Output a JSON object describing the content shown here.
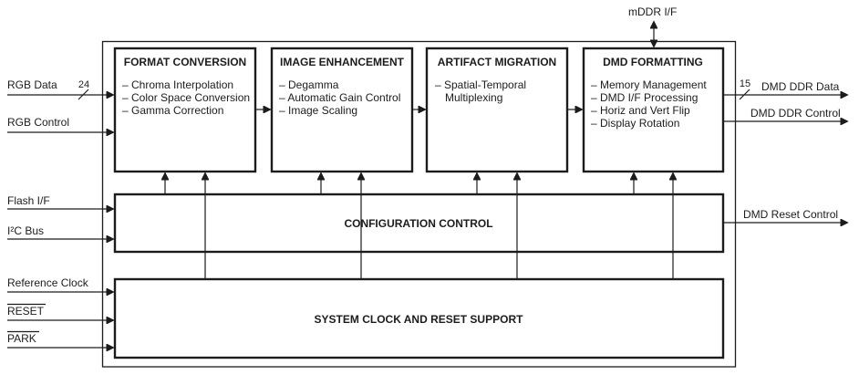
{
  "diagram": {
    "top_signal": {
      "label": "mDDR I/F"
    },
    "inputs": [
      {
        "label": "RGB Data",
        "bus_width": "24"
      },
      {
        "label": "RGB Control"
      },
      {
        "label": "Flash I/F"
      },
      {
        "label": "I²C Bus"
      },
      {
        "label": "Reference Clock"
      },
      {
        "label": "RESET",
        "active_low": true
      },
      {
        "label": "PARK",
        "active_low": true
      }
    ],
    "outputs": [
      {
        "label": "DMD DDR Data",
        "bus_width": "15"
      },
      {
        "label": "DMD DDR Control"
      },
      {
        "label": "DMD Reset Control"
      }
    ],
    "blocks": [
      {
        "title": "FORMAT CONVERSION",
        "items": [
          "– Chroma Interpolation",
          "– Color Space Conversion",
          "– Gamma Correction"
        ]
      },
      {
        "title": "IMAGE ENHANCEMENT",
        "items": [
          "– Degamma",
          "– Automatic Gain Control",
          "– Image Scaling"
        ]
      },
      {
        "title": "ARTIFACT MIGRATION",
        "items": [
          "– Spatial-Temporal",
          "Multiplexing"
        ]
      },
      {
        "title": "DMD FORMATTING",
        "items": [
          "– Memory Management",
          "– DMD I/F Processing",
          "– Horiz and Vert Flip",
          "– Display Rotation"
        ]
      },
      {
        "title": "CONFIGURATION CONTROL"
      },
      {
        "title": "SYSTEM CLOCK AND RESET SUPPORT"
      }
    ],
    "colors": {
      "line": "#1c1c1c",
      "background": "#ffffff"
    }
  }
}
